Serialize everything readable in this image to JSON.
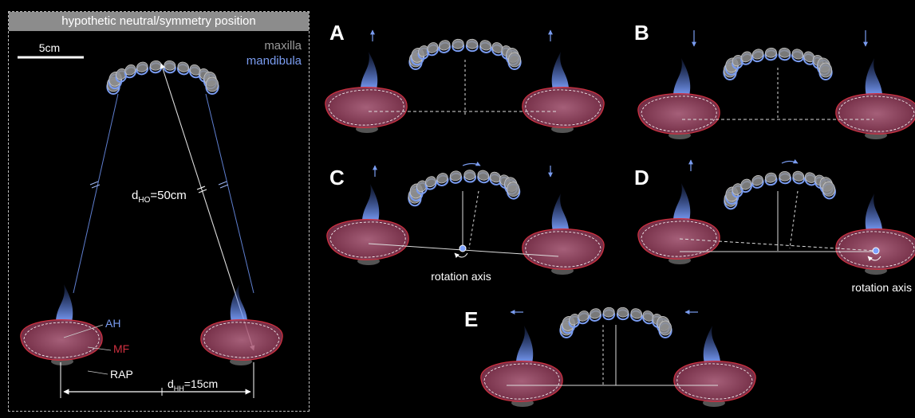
{
  "left_panel": {
    "header": "hypothetic neutral/symmetry position",
    "scale_label": "5cm",
    "legend_maxilla": "maxilla",
    "legend_mandibula": "mandibula",
    "distance_ho": {
      "main": "d",
      "sub": "HO",
      "rest": "=50cm"
    },
    "distance_hh": {
      "main": "d",
      "sub": "HH",
      "rest": "=15cm"
    },
    "label_ah": "AH",
    "label_mf": "MF",
    "label_rap": "RAP"
  },
  "panels": {
    "A": {
      "letter": "A"
    },
    "B": {
      "letter": "B"
    },
    "C": {
      "letter": "C",
      "annotation": "rotation axis"
    },
    "D": {
      "letter": "D",
      "annotation": "rotation axis"
    },
    "E": {
      "letter": "E"
    }
  },
  "colors": {
    "maxilla": "#8e8e8e",
    "mandibula": "#7a9cf0",
    "mf_fill": "#b25a7a",
    "mf_outline": "#d03040",
    "ah": "#5f86e6"
  }
}
